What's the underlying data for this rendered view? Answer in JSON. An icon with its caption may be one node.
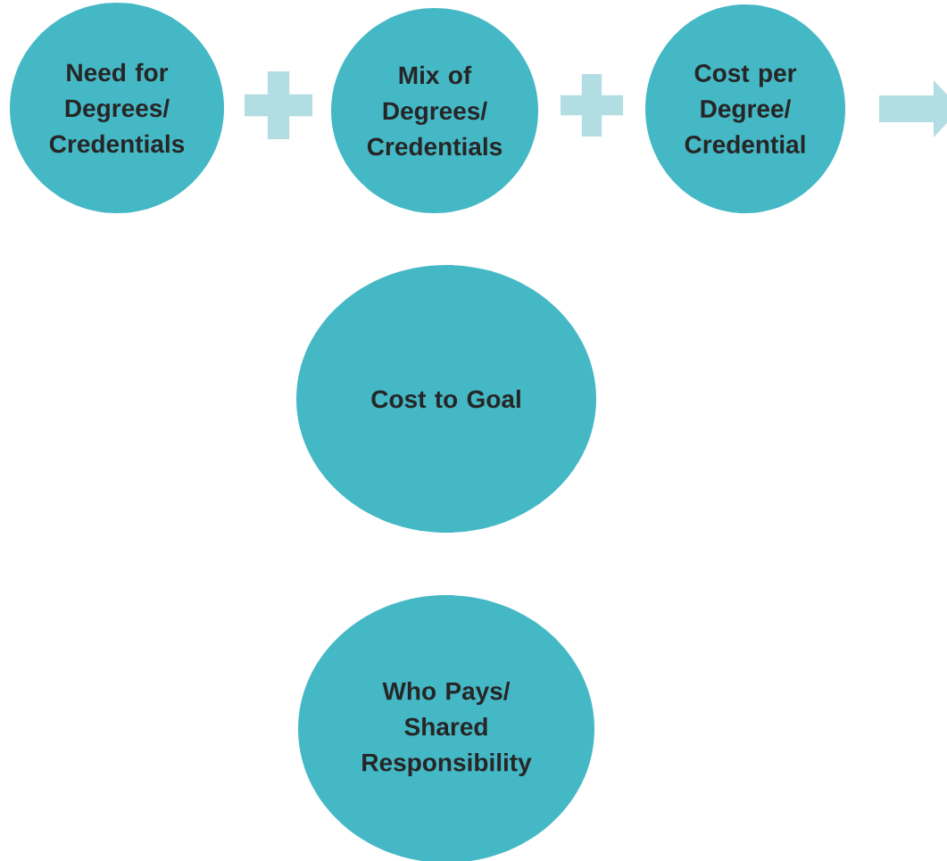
{
  "diagram": {
    "nodes": [
      {
        "text": [
          "Need for Degrees/ Credentials"
        ]
      },
      {
        "text": [
          "Mix of Degrees/ Credentials"
        ]
      },
      {
        "text": [
          "Cost per Degree/ Credential"
        ]
      },
      {
        "text": [
          "Cost to Goal"
        ]
      },
      {
        "text": [
          "Who Pays/ Shared Responsibility"
        ]
      }
    ]
  }
}
